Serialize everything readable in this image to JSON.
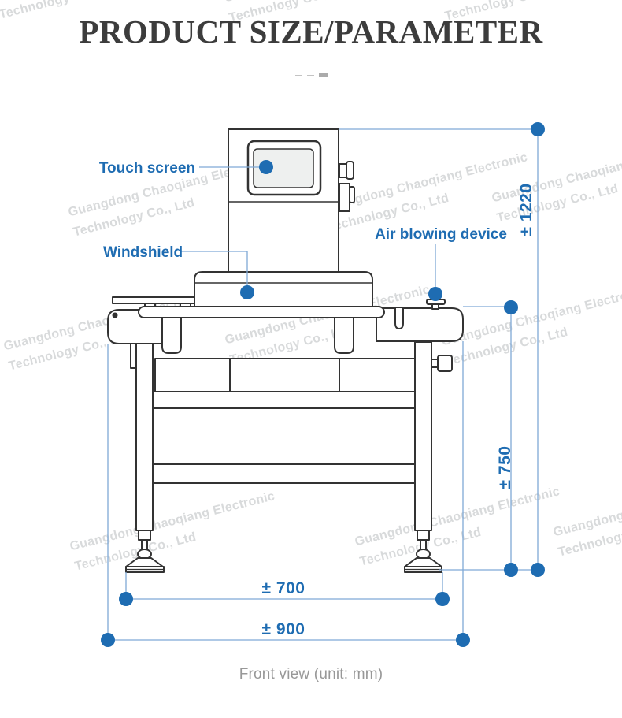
{
  "title": "PRODUCT SIZE/PARAMETER",
  "caption": "Front view (unit: mm)",
  "callouts": {
    "touch_screen": "Touch screen",
    "windshield": "Windshield",
    "air_blowing_device": "Air blowing device"
  },
  "dimensions": {
    "total_height": "± 1220",
    "table_height": "± 750",
    "foot_span": "± 700",
    "total_width": "± 900"
  },
  "watermark": {
    "line1": "Guangdong Chaoqiang Electronic",
    "line2": "Technology Co., Ltd"
  },
  "colors": {
    "accent_blue": "#1e6cb2",
    "dim_line_blue": "#7fa9d6",
    "outline_dark": "#333333",
    "screen_fill": "#eef0ef",
    "watermark_gray": "#b9bcbf",
    "caption_gray": "#989898",
    "title_gray": "#3c3c3c"
  }
}
